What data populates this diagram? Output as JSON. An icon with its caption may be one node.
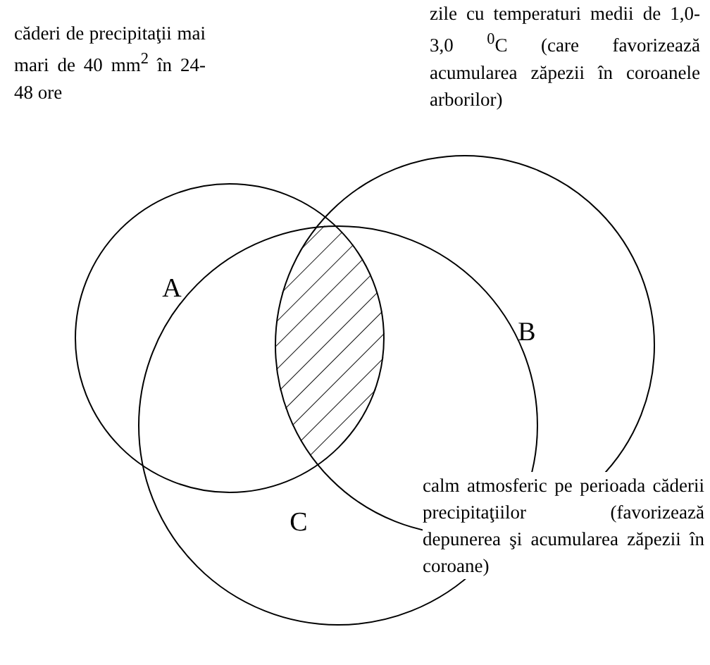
{
  "diagram": {
    "nodes": [
      {
        "text": [
          "A"
        ],
        "beside": [
          "căderi de precipitaţii mai mari de 40 mm$^{2}$ în 24-48 ore"
        ]
      },
      {
        "text": [
          "B"
        ],
        "beside": [
          "zile cu temperaturi medii de 1,0-3,0 $^{0}$C (care favorizează acumularea zăpezii în coroanele arborilor)"
        ]
      },
      {
        "text": [
          "C"
        ],
        "beside": [
          "calm atmosferic pe perioada căderii precipitaţiilor (favorizează depunerea şi acumularea zăpezii în coroane)"
        ]
      },
      {
        "text": [],
        "shape": "region"
      }
    ],
    "edges": []
  }
}
